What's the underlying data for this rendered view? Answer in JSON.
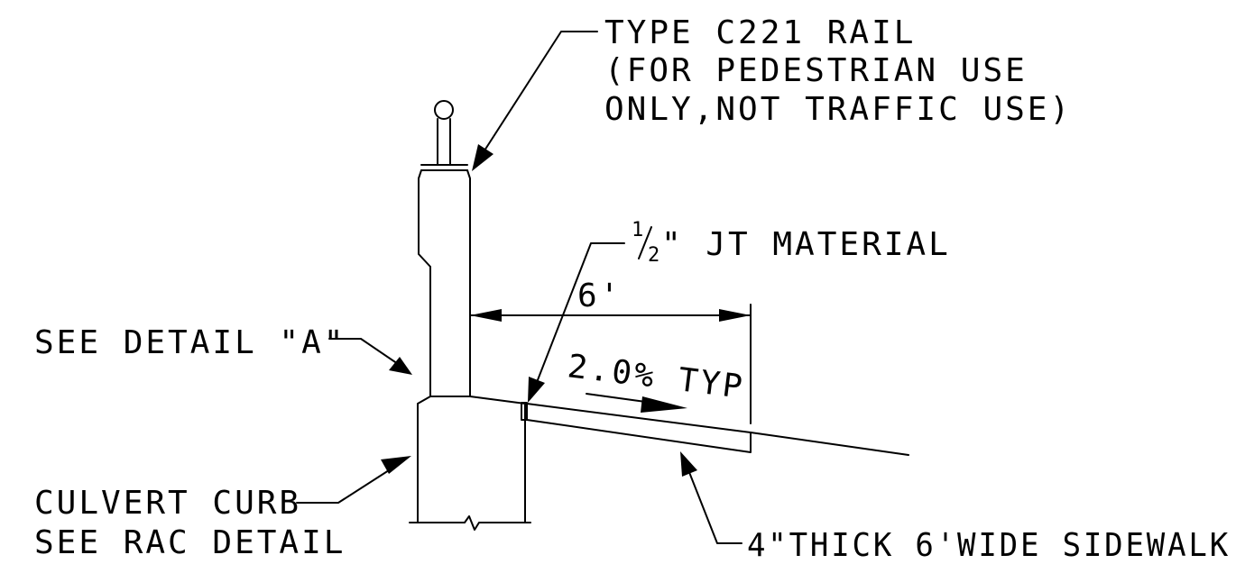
{
  "labels": {
    "rail_line1": "TYPE C221 RAIL",
    "rail_line2": "(FOR PEDESTRIAN USE",
    "rail_line3": "ONLY,NOT TRAFFIC USE)",
    "joint_num": "1",
    "joint_den": "2",
    "joint_text": "\" JT MATERIAL",
    "dimension": "6'",
    "detail_a": "SEE DETAIL \"A\"",
    "slope": "2.0% TYP",
    "curb_line1": "CULVERT CURB",
    "curb_line2": "SEE RAC DETAIL",
    "sidewalk": "4\"THICK 6'WIDE SIDEWALK"
  }
}
